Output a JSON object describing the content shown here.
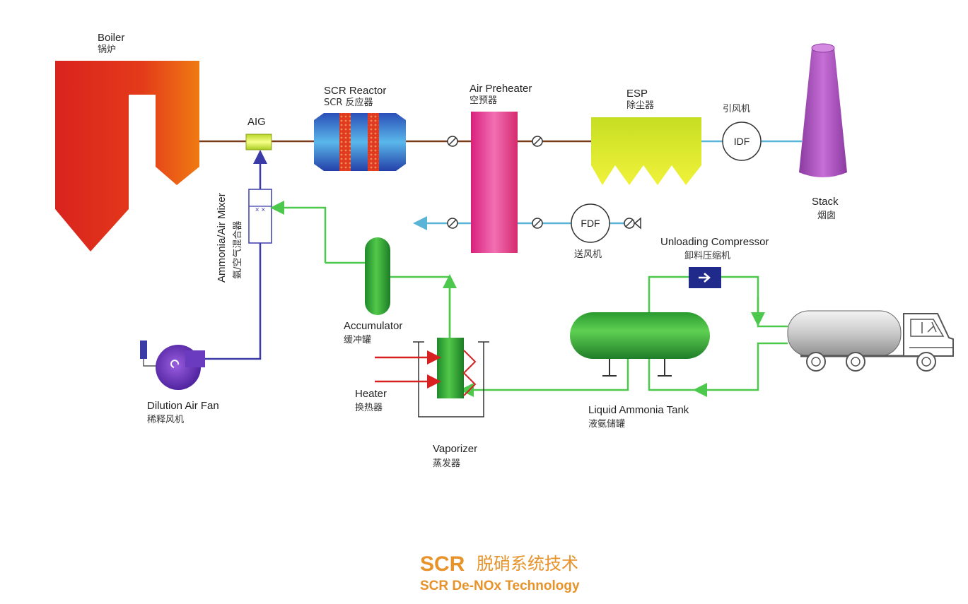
{
  "labels": {
    "boiler_en": "Boiler",
    "boiler_cn": "锅炉",
    "aig": "AIG",
    "scr_en": "SCR Reactor",
    "scr_cn": "SCR 反应器",
    "aph_en": "Air Preheater",
    "aph_cn": "空预器",
    "esp_en": "ESP",
    "esp_cn": "除尘器",
    "idf_cn": "引风机",
    "idf": "IDF",
    "stack_en": "Stack",
    "stack_cn": "烟囱",
    "fdf": "FDF",
    "fdf_cn": "送风机",
    "mixer_en": "Ammonia/Air Mixer",
    "mixer_cn": "氨/空气混合器",
    "compressor_en": "Unloading Compressor",
    "compressor_cn": "卸料压缩机",
    "accumulator_en": "Accumulator",
    "accumulator_cn": "缓冲罐",
    "heater_en": "Heater",
    "heater_cn": "换热器",
    "vaporizer_en": "Vaporizer",
    "vaporizer_cn": "蒸发器",
    "tank_en": "Liquid Ammonia Tank",
    "tank_cn": "液氨储罐",
    "fan_en": "Dilution Air Fan",
    "fan_cn": "稀释风机"
  },
  "footer": {
    "title": "SCR",
    "title_cn": "脱硝系统技术",
    "subtitle": "SCR De-NOx Technology"
  },
  "colors": {
    "flue_gas_line": "#7a3b1a",
    "ammonia_line": "#4cc94c",
    "air_line": "#3b3ba8",
    "cold_air_line": "#5ab4d8",
    "accent": "#e8922a"
  }
}
